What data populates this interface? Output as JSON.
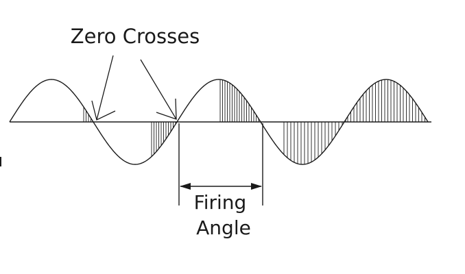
{
  "diagram": {
    "labels": {
      "zero_crosses": "Zero Crosses",
      "firing_angle_line1": "Firing",
      "firing_angle_line2": "Angle"
    },
    "colors": {
      "ink": "#1a1a1a",
      "background": "#ffffff"
    }
  }
}
